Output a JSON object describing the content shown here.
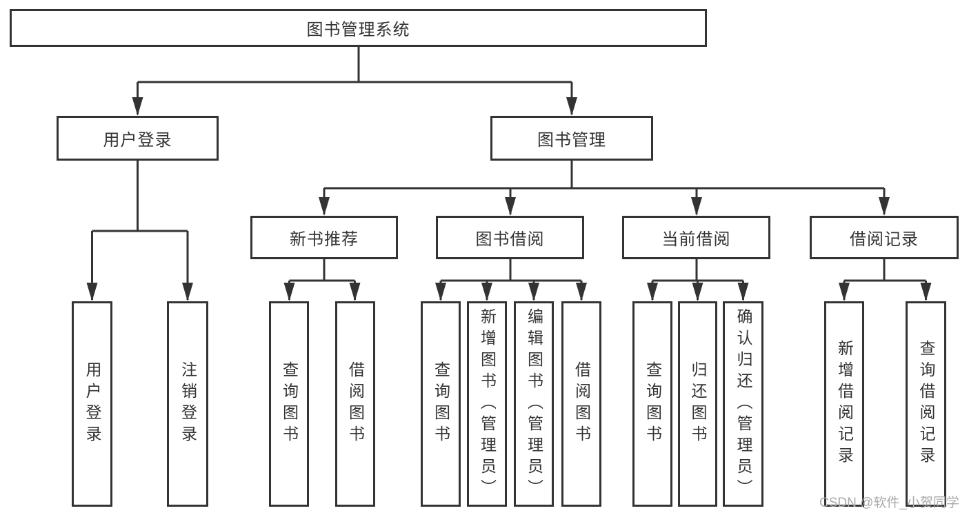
{
  "diagram": {
    "title": "图书管理系统",
    "root": {
      "label": "图书管理系统"
    },
    "tree": [
      {
        "label": "用户登录",
        "children": [
          {
            "label": "用户登录"
          },
          {
            "label": "注销登录"
          }
        ]
      },
      {
        "label": "图书管理",
        "children": [
          {
            "label": "新书推荐",
            "children": [
              {
                "label": "查询图书"
              },
              {
                "label": "借阅图书"
              }
            ]
          },
          {
            "label": "图书借阅",
            "children": [
              {
                "label": "查询图书"
              },
              {
                "label": "新增图书（管理员）"
              },
              {
                "label": "编辑图书（管理员）"
              },
              {
                "label": "借阅图书"
              }
            ]
          },
          {
            "label": "当前借阅",
            "children": [
              {
                "label": "查询图书"
              },
              {
                "label": "归还图书"
              },
              {
                "label": "确认归还（管理员）"
              }
            ]
          },
          {
            "label": "借阅记录",
            "children": [
              {
                "label": "新增借阅记录"
              },
              {
                "label": "查询借阅记录"
              }
            ]
          }
        ]
      }
    ]
  },
  "watermark": {
    "text": "CSDN @软件_小贺同学"
  },
  "colors": {
    "line": "#333333",
    "box_border": "#333333",
    "box_fill": "#ffffff",
    "text": "#333333",
    "watermark": "#a9a9a9",
    "background": "#ffffff"
  }
}
